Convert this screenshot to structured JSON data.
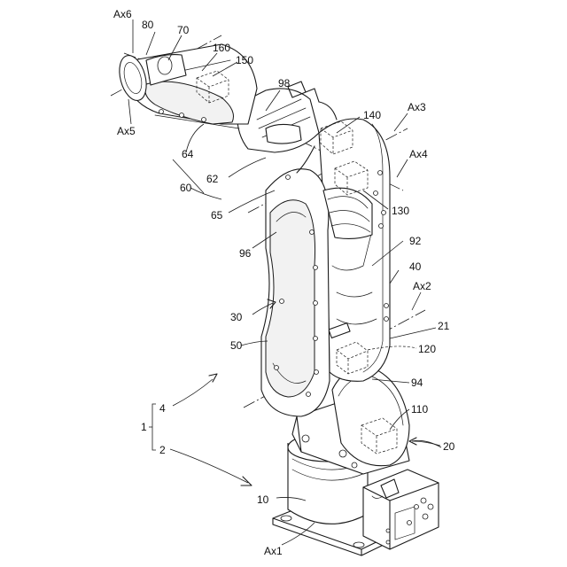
{
  "axes": {
    "ax1": "Ax1",
    "ax2": "Ax2",
    "ax3": "Ax3",
    "ax4": "Ax4",
    "ax5": "Ax5",
    "ax6": "Ax6"
  },
  "labels": {
    "robot": "1",
    "base_unit": "2",
    "arm_unit": "4",
    "base": "10",
    "base_plate": "20",
    "shoulder": "21",
    "lower_arm": "30",
    "upper_arm_housing": "40",
    "lower_arm_cover": "50",
    "wrist": "60",
    "wrist_link": "62",
    "wrist_body": "64",
    "wrist_joint": "65",
    "flange_housing": "70",
    "flange": "80",
    "cable_a": "92",
    "cover_b": "94",
    "cover_c": "96",
    "cover_d": "98",
    "tube_a": "110",
    "tube_b": "120",
    "tube_c": "130",
    "tube_d": "140",
    "tube_e": "150",
    "tube_f": "160"
  }
}
